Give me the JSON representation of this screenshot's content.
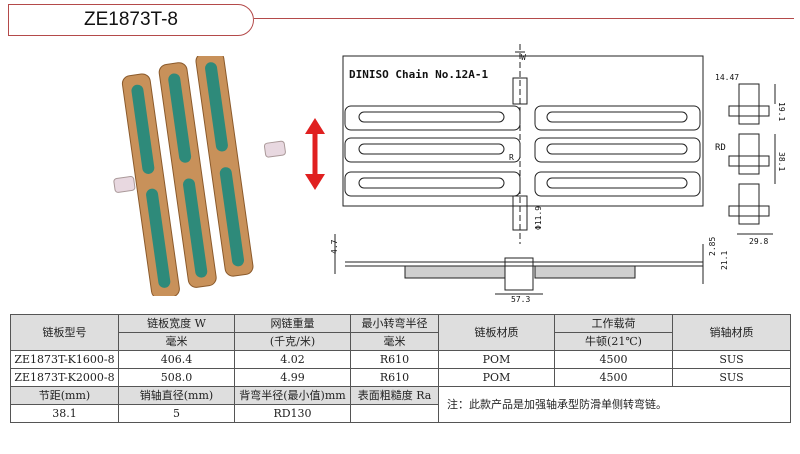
{
  "title": "ZE1873T-8",
  "drawing": {
    "label": "DINISO Chain No.12A-1",
    "dims": {
      "w": "W",
      "top_right_1": "14.47",
      "top_right_2": "19.1",
      "rd": "RD",
      "r": "R",
      "pitch_side": "38.1",
      "bottom_side": "29.8",
      "hole": "Φ11.9",
      "left_thk": "4.7",
      "right_1": "2.85",
      "right_2": "21.1",
      "bottom": "57.3"
    }
  },
  "table": {
    "header1": [
      "链板型号",
      "链板宽度 W",
      "网链重量",
      "最小转弯半径",
      "链板材质",
      "工作载荷",
      "销轴材质"
    ],
    "header2": [
      "毫米",
      "(千克/米)",
      "毫米",
      "牛顿(21℃)"
    ],
    "rows": [
      [
        "ZE1873T-K1600-8",
        "406.4",
        "4.02",
        "R610",
        "POM",
        "4500",
        "SUS"
      ],
      [
        "ZE1873T-K2000-8",
        "508.0",
        "4.99",
        "R610",
        "POM",
        "4500",
        "SUS"
      ]
    ],
    "header3": [
      "节距(mm)",
      "销轴直径(mm)",
      "背弯半径(最小值)mm",
      "表面粗糙度 Ra"
    ],
    "row3": [
      "38.1",
      "5",
      "RD130",
      ""
    ],
    "note": "注：此款产品是加强轴承型防滑单侧转弯链。"
  },
  "colors": {
    "accent": "#b44a4a",
    "arrow": "#e02020",
    "plate": "#c8915a",
    "insert": "#2e8a7a"
  }
}
